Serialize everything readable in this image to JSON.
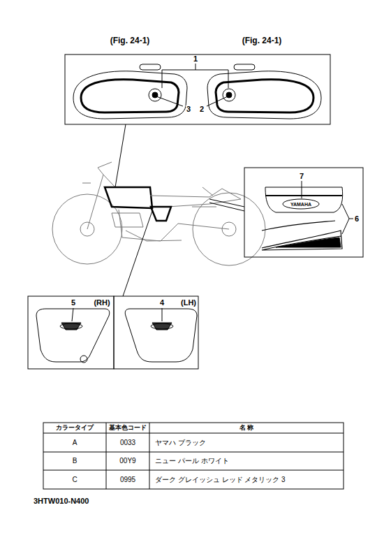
{
  "diagram": {
    "labels": [
      "(Fig. 24-1)",
      "(Fig. 24-1)",
      "1",
      "3",
      "2",
      "7",
      "YAMAHA",
      "6",
      "5",
      "(RH)",
      "4",
      "(LH)",
      "カラータイプ",
      "基本色コード",
      "名 称",
      "A",
      "0033",
      "ヤマハ ブラック",
      "B",
      "00Y9",
      "ニュー パール ホワイト",
      "C",
      "0995",
      "ダーク グレイッシュ レッド メタリック 3",
      "3HTW010-N400"
    ]
  }
}
